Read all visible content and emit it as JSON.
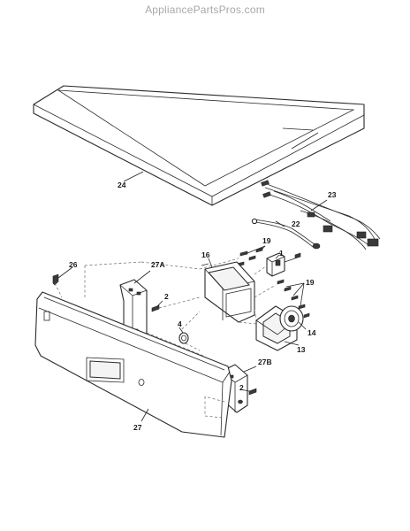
{
  "watermark": "AppliancePartsPros.com",
  "callouts": {
    "p24": "24",
    "p23": "23",
    "p22": "22",
    "p19a": "19",
    "p19b": "19",
    "p1": "1",
    "p16": "16",
    "p26": "26",
    "p27A": "27A",
    "p2a": "2",
    "p2b": "2",
    "p4": "4",
    "p14": "14",
    "p13": "13",
    "p27B": "27B",
    "p27": "27"
  }
}
